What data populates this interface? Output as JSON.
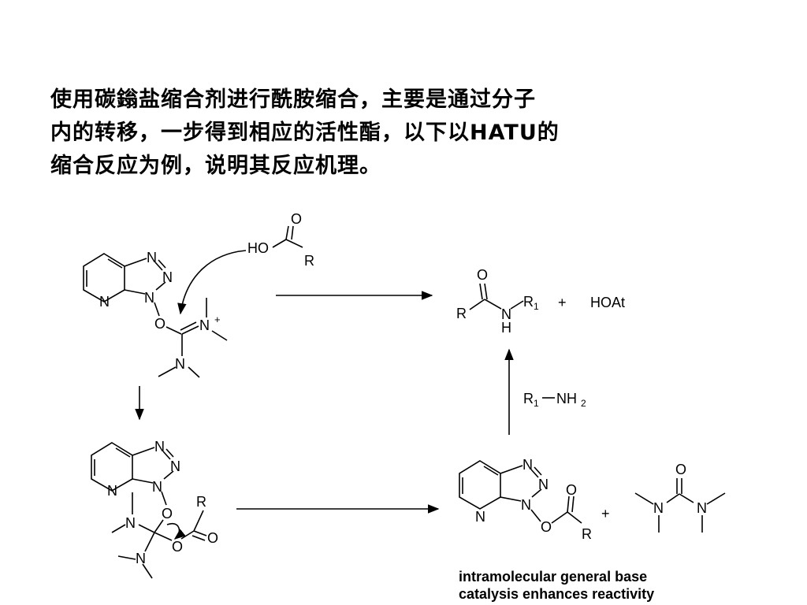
{
  "intro": {
    "line1": "使用碳鎓盐缩合剂进行酰胺缩合，主要是通过分子",
    "line2": "内的转移，一步得到相应的活性酯，以下以HATU的",
    "line3": "缩合反应为例，说明其反应机理。"
  },
  "atoms": {
    "n": "N",
    "o": "O",
    "r": "R",
    "h": "H",
    "plus": "+",
    "ho": "HO",
    "hoat": "HOAt",
    "r1": "R",
    "sub1": "1",
    "nh": "NH",
    "sub2": "2"
  },
  "annotation": {
    "line1": "intramolecular general base",
    "line2": "catalysis enhances reactivity"
  }
}
